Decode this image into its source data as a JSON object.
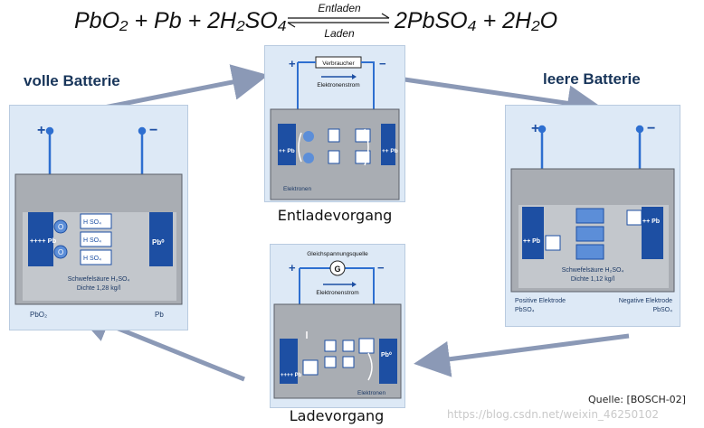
{
  "equation": {
    "lhs": "PbO₂ + Pb + 2H₂SO₄",
    "rhs": "2PbSO₄ + 2H₂O",
    "arrow_top": "Entladen",
    "arrow_bottom": "Laden"
  },
  "labels": {
    "full_battery": "volle Batterie",
    "empty_battery": "leere Batterie",
    "discharge_process": "Entladevorgang",
    "charge_process": "Ladevorgang",
    "source": "Quelle: [BOSCH-02]",
    "watermark": "https://blog.csdn.net/weixin_46250102"
  },
  "full_panel": {
    "plus": "+",
    "minus": "−",
    "electrolyte_line1": "Schwefelsäure H₂SO₄",
    "electrolyte_line2": "Dichte 1,28 kg/l",
    "left_electrode": "PbO₂",
    "right_electrode": "Pb",
    "pb_charge_left": "++++ Pb",
    "pb_right": "Pb⁰"
  },
  "discharge_panel": {
    "plus": "+",
    "minus": "−",
    "consumer": "Verbraucher",
    "electron_flow": "Elektronenstrom",
    "electrons": "Elektronen",
    "pb_left": "++ Pb",
    "pb_right": "++ Pb"
  },
  "empty_panel": {
    "plus": "+",
    "minus": "−",
    "electrolyte_line1": "Schwefelsäure H₂SO₄",
    "electrolyte_line2": "Dichte 1,12 kg/l",
    "positive_electrode": "Positive Elektrode",
    "positive_electrode_material": "PbSO₄",
    "negative_electrode": "Negative Elektrode",
    "negative_electrode_material": "PbSO₄",
    "pb_left": "++ Pb",
    "pb_right": "++ Pb"
  },
  "charge_panel": {
    "plus": "+",
    "minus": "−",
    "dc_source": "Gleichspannungsquelle",
    "generator": "G",
    "electron_flow": "Elektronenstrom",
    "electrons": "Elektronen",
    "pb_left": "++++ Pb",
    "pb_right": "Pb⁰"
  },
  "colors": {
    "electrode_blue": "#1d4fa3",
    "wire_blue": "#2e6fd0",
    "arrow_gray": "#8b99b6",
    "tank_gray": "#a9adb3",
    "panel_bg": "#dde9f6"
  }
}
